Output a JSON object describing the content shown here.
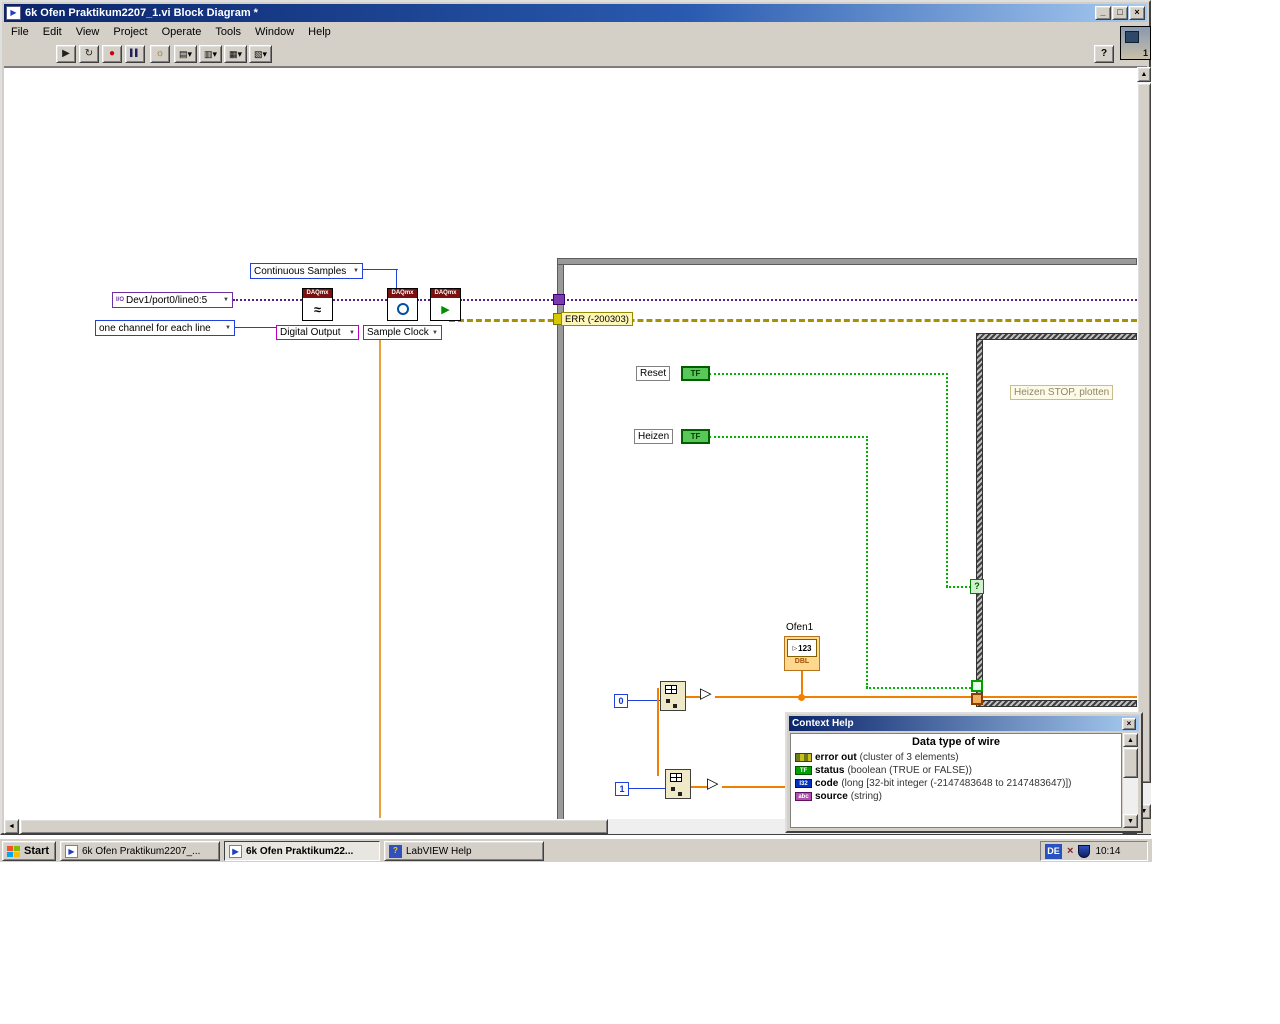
{
  "titlebar": {
    "title": "6k Ofen Praktikum2207_1.vi Block Diagram *"
  },
  "icons": {
    "min": "_",
    "restore": "□",
    "close": "×",
    "run": "▶",
    "run_continuous": "↻",
    "abort": "●",
    "pause": "▌▌",
    "highlight_execution": "☼",
    "align": "▤▾",
    "distribute": "▥▾",
    "resize": "▦▾",
    "reorder": "▧▾",
    "help": "?",
    "dropdown": "▼",
    "up": "▲",
    "down": "▼",
    "left": "◄",
    "right": "►",
    "io": "I/O",
    "selector": "?",
    "converter": "▷",
    "vi_badge": "1",
    "tray1": "×",
    "mini_run": "▶"
  },
  "menubar": {
    "items": [
      "File",
      "Edit",
      "View",
      "Project",
      "Operate",
      "Tools",
      "Window",
      "Help"
    ]
  },
  "diagram": {
    "continuous_samples": "Continuous Samples",
    "device_line": "Dev1/port0/line0:5",
    "one_channel": "one channel for each line",
    "digital_output": "Digital Output",
    "sample_clock": "Sample Clock",
    "daqmx": "DAQmx",
    "err_label": "ERR (-200303)",
    "reset": "Reset",
    "heizen": "Heizen",
    "tf": "TF",
    "case_label": "Heizen STOP, plotten",
    "ofen1_label": "Ofen1",
    "ofen1_digits": "123",
    "ofen1_type": "DBL",
    "const_zero": "0",
    "const_one": "1"
  },
  "context_help": {
    "title": "Context Help",
    "heading": "Data type of wire",
    "rows": [
      {
        "icon": "cluster",
        "name": "error out",
        "desc": "(cluster of 3 elements)"
      },
      {
        "icon": "TF",
        "name": "status",
        "desc": "(boolean (TRUE or FALSE))"
      },
      {
        "icon": "I32",
        "name": "code",
        "desc": "(long [32-bit integer (-2147483648 to 2147483647)])"
      },
      {
        "icon": "abc",
        "name": "source",
        "desc": "(string)"
      }
    ]
  },
  "taskbar": {
    "start": "Start",
    "tasks": [
      {
        "label": "6k Ofen Praktikum2207_..."
      },
      {
        "label": "6k Ofen Praktikum22..."
      },
      {
        "label": "LabVIEW Help"
      }
    ],
    "lang": "DE",
    "clock": "10:14"
  }
}
